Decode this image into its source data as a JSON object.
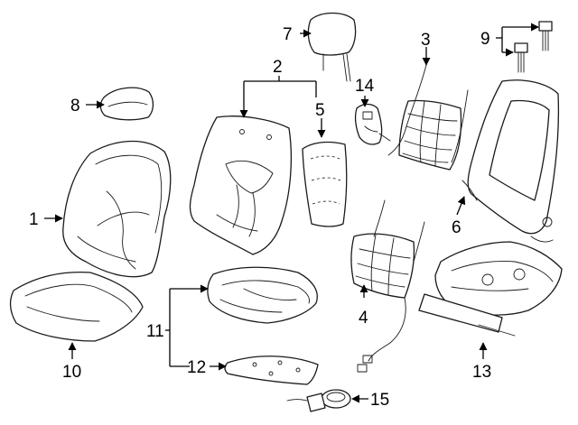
{
  "callouts": {
    "c1": "1",
    "c2": "2",
    "c3": "3",
    "c4": "4",
    "c5": "5",
    "c6": "6",
    "c7": "7",
    "c8": "8",
    "c9": "9",
    "c10": "10",
    "c11": "11",
    "c12": "12",
    "c13": "13",
    "c14": "14",
    "c15": "15"
  },
  "colors": {
    "line": "#1a1a1a",
    "background": "#ffffff"
  }
}
